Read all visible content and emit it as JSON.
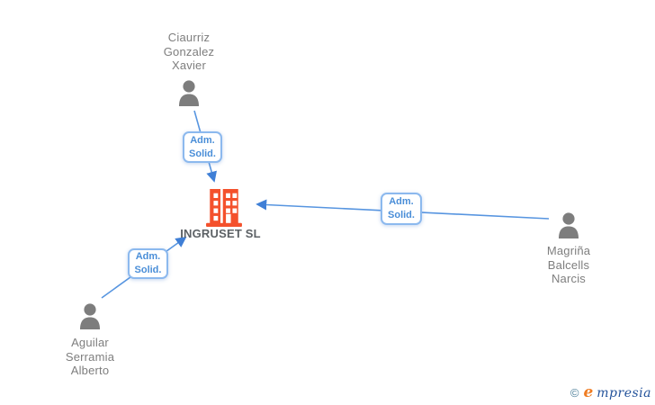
{
  "company": {
    "name": "INGRUSET SL"
  },
  "people": {
    "top": {
      "name": "Ciaurriz\nGonzalez\nXavier"
    },
    "right": {
      "name": "Magriña\nBalcells\nNarcis"
    },
    "bottom_left": {
      "name": "Aguilar\nSerramia\nAlberto"
    }
  },
  "relationships": {
    "top": {
      "label": "Adm.\nSolid."
    },
    "right": {
      "label": "Adm.\nSolid."
    },
    "bottom_left": {
      "label": "Adm.\nSolid."
    }
  },
  "watermark": {
    "copyright_symbol": "©",
    "brand_first_letter": "e",
    "brand_rest": "mpresia"
  },
  "colors": {
    "line_blue": "#5795e0",
    "arrow_blue": "#3f7fd6",
    "box_border_blue": "#8cb9ee",
    "label_blue": "#4a8ed8",
    "building_orange": "#f4512c",
    "person_gray": "#7d7d7d",
    "name_gray": "#7e7e7e",
    "company_gray": "#5c6165"
  }
}
